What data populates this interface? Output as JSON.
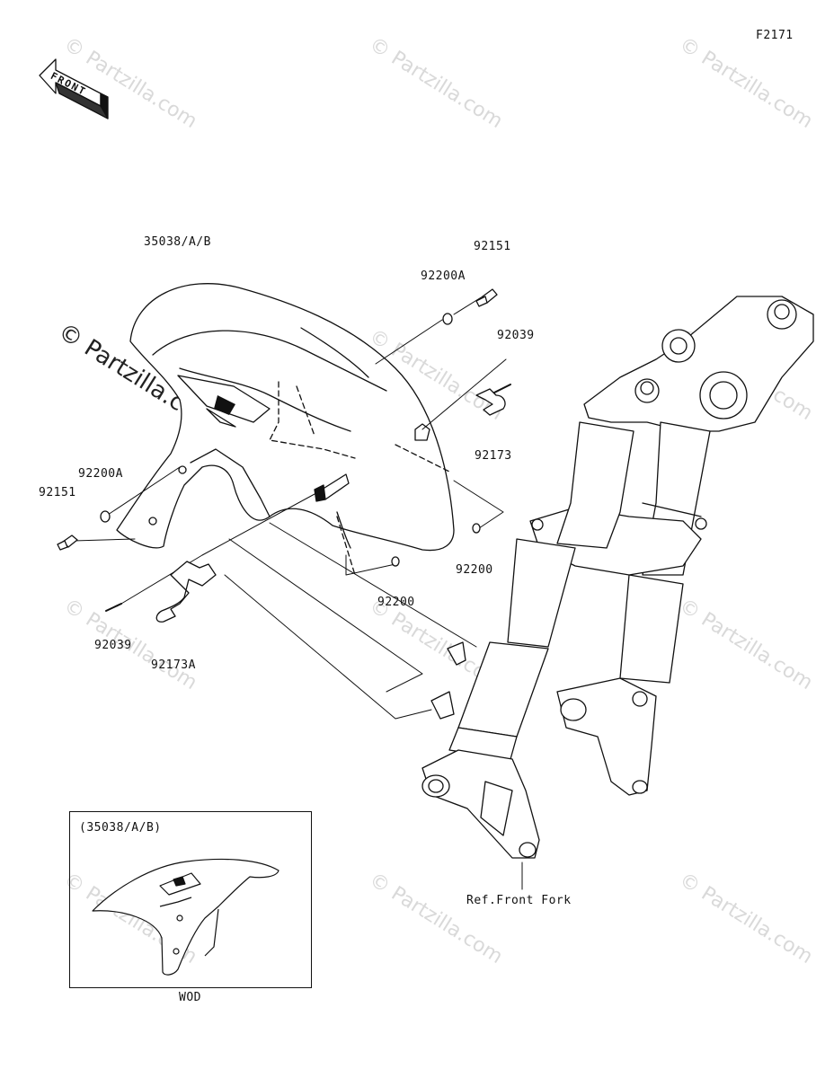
{
  "diagram_code": "F2171",
  "front_arrow_label": "FRONT",
  "watermark": "© Partzilla.com",
  "parts": {
    "fender": "35038/A/B",
    "bolt_right": "92151",
    "washer_right": "92200A",
    "clamp_pin_right": "92039",
    "clamp_right": "92173",
    "nut_right": "92200",
    "nut_center": "92200",
    "washer_left": "92200A",
    "bolt_left": "92151",
    "clamp_pin_left": "92039",
    "clamp_left": "92173A"
  },
  "ref_label": "Ref.Front Fork",
  "inset": {
    "title": "(35038/A/B)",
    "caption": "WOD"
  }
}
